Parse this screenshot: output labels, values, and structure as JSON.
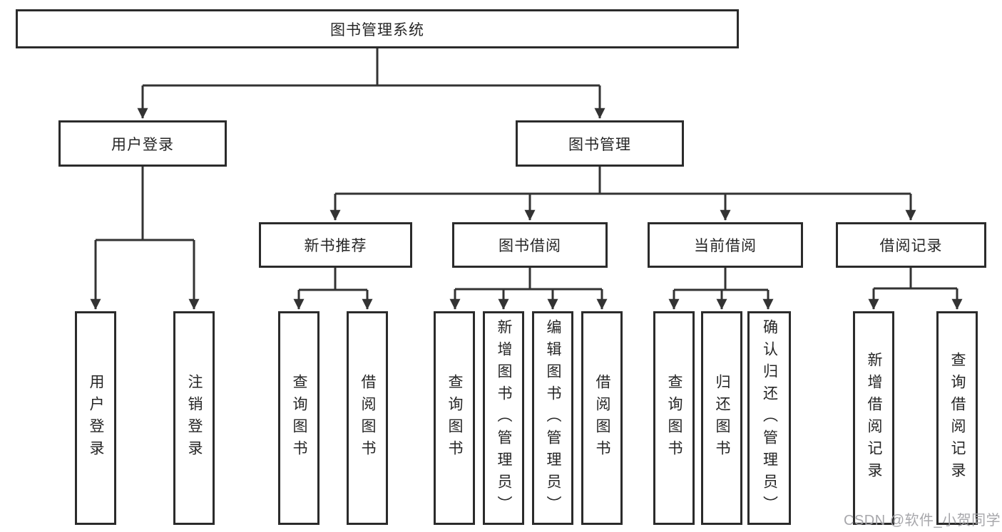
{
  "diagram": {
    "root": {
      "label": "图书管理系统"
    },
    "branches": [
      {
        "label": "用户登录",
        "children": [
          {
            "label": "用户登录"
          },
          {
            "label": "注销登录"
          }
        ]
      },
      {
        "label": "图书管理",
        "children": [
          {
            "label": "新书推荐",
            "children": [
              {
                "label": "查询图书"
              },
              {
                "label": "借阅图书"
              }
            ]
          },
          {
            "label": "图书借阅",
            "children": [
              {
                "label": "查询图书"
              },
              {
                "label": "新增图书（管理员）"
              },
              {
                "label": "编辑图书（管理员）"
              },
              {
                "label": "借阅图书"
              }
            ]
          },
          {
            "label": "当前借阅",
            "children": [
              {
                "label": "查询图书"
              },
              {
                "label": "归还图书"
              },
              {
                "label": "确认归还（管理员）"
              }
            ]
          },
          {
            "label": "借阅记录",
            "children": [
              {
                "label": "新增借阅记录"
              },
              {
                "label": "查询借阅记录"
              }
            ]
          }
        ]
      }
    ]
  },
  "watermark": {
    "text": "CSDN @软件_小贺同学"
  },
  "colors": {
    "line": "#333333",
    "box_border": "#2b2b2b",
    "text": "#262626",
    "watermark": "#a2a2a6",
    "background": "#ffffff"
  }
}
